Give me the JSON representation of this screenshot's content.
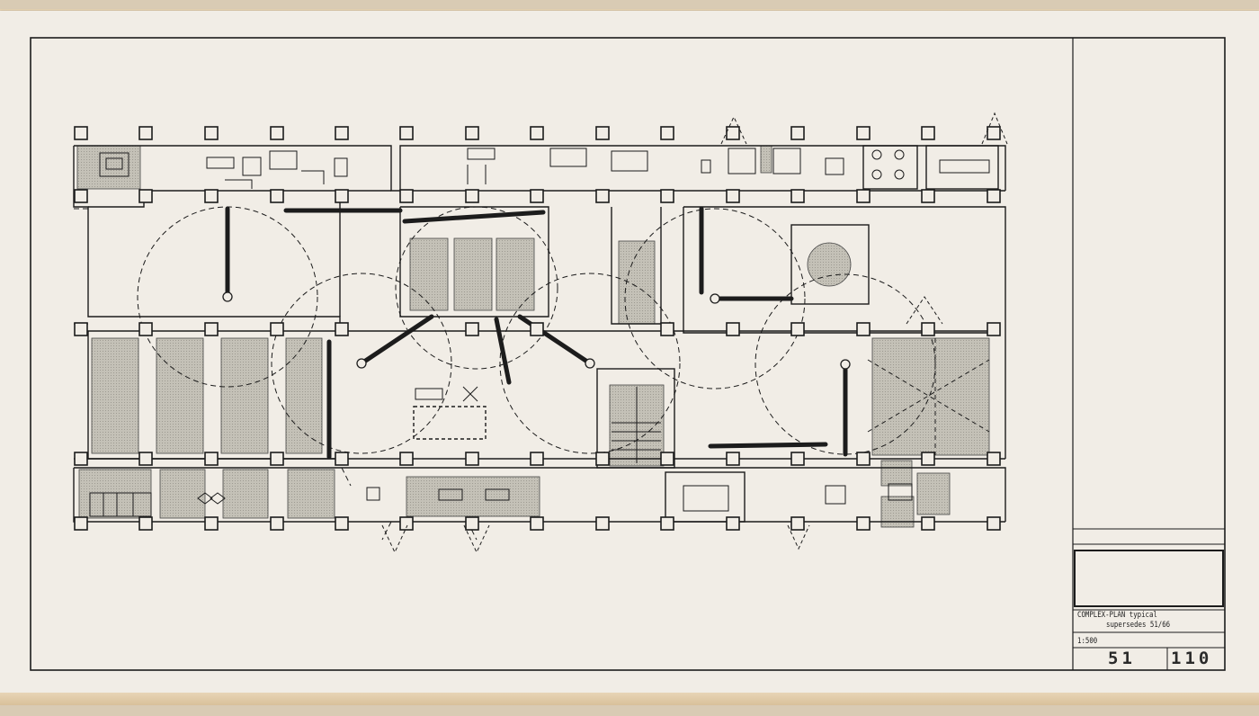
{
  "titleblock": {
    "title": "COMPLEX-PLAN typical",
    "supersedes": "supersedes 51/66",
    "scale": "1:500",
    "sheet_prefix": "51",
    "sheet_number": "110"
  },
  "colors": {
    "paper": "#f1ede6",
    "ink": "#1c1c1c",
    "tone": "#b9b6ab",
    "tape": "#d8c09a"
  }
}
